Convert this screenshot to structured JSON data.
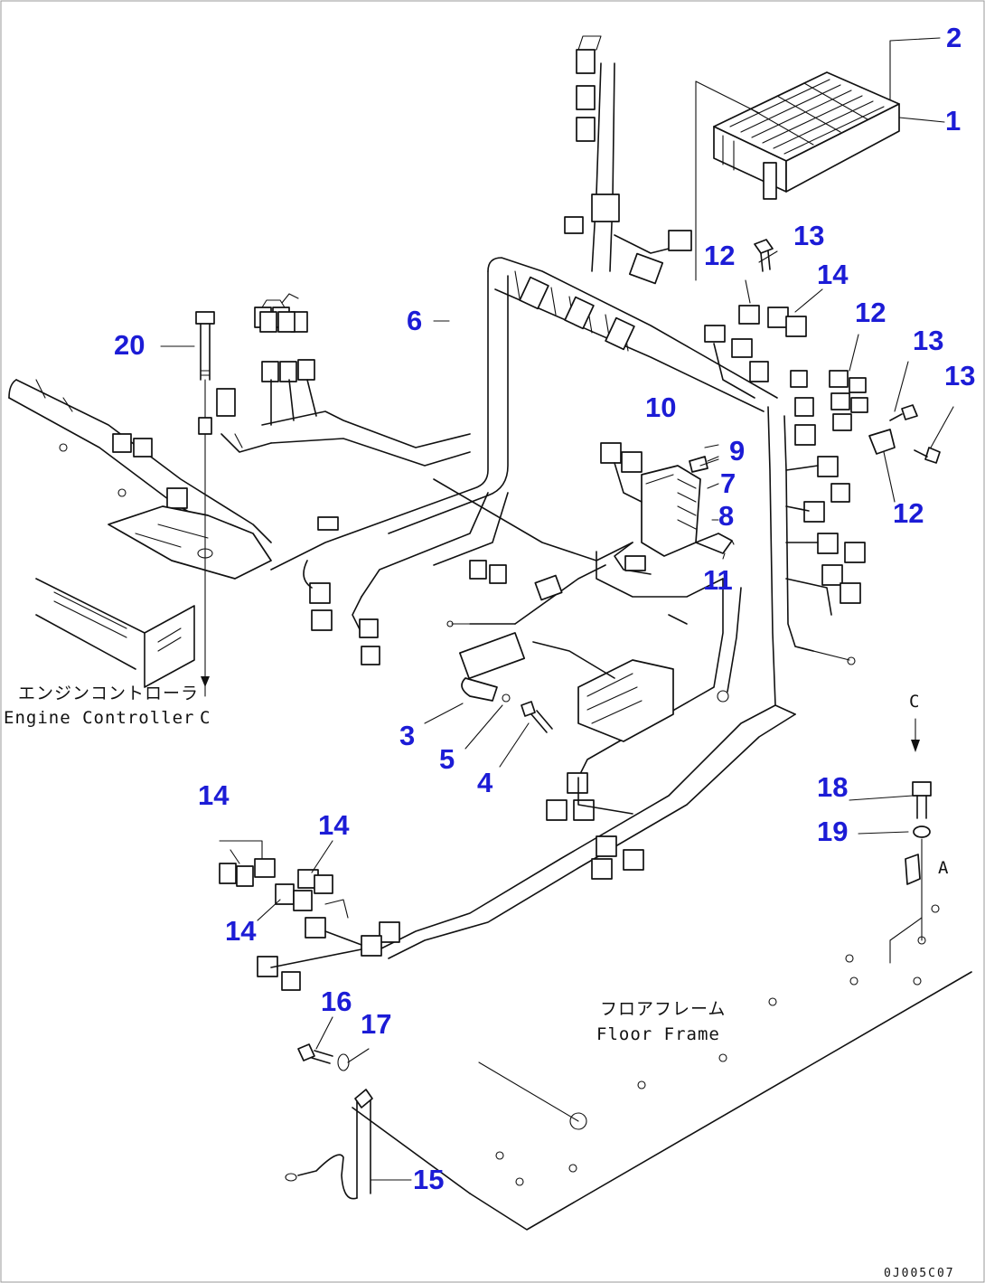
{
  "callouts": {
    "c1": "1",
    "c2": "2",
    "c3": "3",
    "c4": "4",
    "c5": "5",
    "c6": "6",
    "c7": "7",
    "c8": "8",
    "c9": "9",
    "c10": "10",
    "c11": "11",
    "c12a": "12",
    "c12b": "12",
    "c12c": "12",
    "c13a": "13",
    "c13b": "13",
    "c13c": "13",
    "c14a": "14",
    "c14b": "14",
    "c14c": "14",
    "c14d": "14",
    "c15": "15",
    "c16": "16",
    "c17": "17",
    "c18": "18",
    "c19": "19",
    "c20": "20"
  },
  "annotations": {
    "engine_controller_jp": "エンジンコントローラ",
    "engine_controller_en": "Engine Controller",
    "floor_frame_jp": "フロアフレーム",
    "floor_frame_en": "Floor Frame",
    "ref_c_left": "C",
    "ref_c_right": "C",
    "ref_a": "A"
  },
  "drawing_code": "0J005C07",
  "colors": {
    "callout": "#1c1cd6",
    "line": "#111111",
    "background": "#ffffff"
  }
}
